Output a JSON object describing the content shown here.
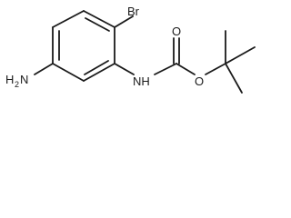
{
  "atoms": {
    "br": "Br",
    "nh2": "H",
    "nh2_n": "N",
    "nh2_sub": "2",
    "nh": "NH",
    "o_double": "O",
    "o_ether": "O"
  },
  "colors": {
    "bond": "#1a1a1a",
    "text": "#1a1a1a",
    "background": "#ffffff"
  }
}
